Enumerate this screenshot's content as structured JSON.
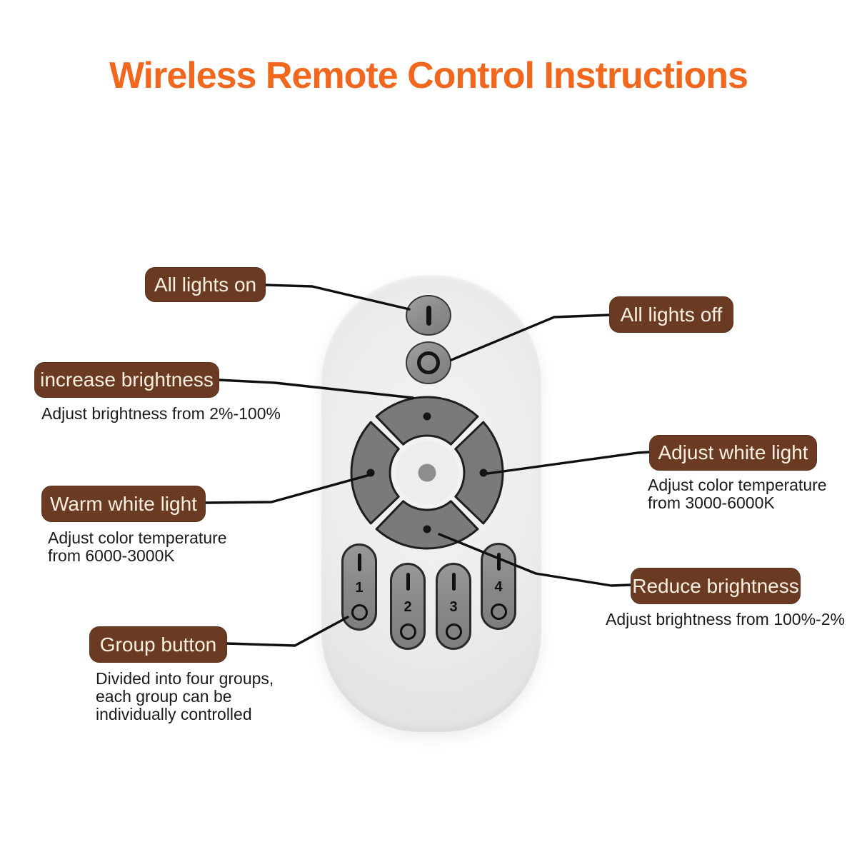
{
  "title": "Wireless Remote Control Instructions",
  "colors": {
    "accent_orange": "#F2671E",
    "label_brown": "#6B3A23",
    "label_text": "#F7EFE0",
    "line_black": "#0F0F0F",
    "remote_body_gray": "#ECECEC",
    "button_gray": "#8A8A8A"
  },
  "callouts": [
    {
      "id": "all-lights-on",
      "label": "All lights on",
      "sub": []
    },
    {
      "id": "all-lights-off",
      "label": "All lights off",
      "sub": []
    },
    {
      "id": "increase-brightness",
      "label": "increase brightness",
      "sub": [
        "Adjust brightness from 2%-100%"
      ]
    },
    {
      "id": "adjust-white-light",
      "label": "Adjust white light",
      "sub": [
        "Adjust color temperature",
        "from 3000-6000K"
      ]
    },
    {
      "id": "warm-white-light",
      "label": "Warm white light",
      "sub": [
        "Adjust color temperature",
        "from 6000-3000K"
      ]
    },
    {
      "id": "reduce-brightness",
      "label": "Reduce brightness",
      "sub": [
        "Adjust brightness from 100%-2%"
      ]
    },
    {
      "id": "group-button",
      "label": "Group button",
      "sub": [
        "Divided into four groups,",
        "each group can be",
        "individually controlled"
      ]
    }
  ],
  "remote": {
    "power_on_icon": "on-bar-icon",
    "power_off_icon": "off-ring-icon",
    "dpad_directions": [
      "up",
      "right",
      "down",
      "left"
    ],
    "group_buttons": [
      {
        "number": "1"
      },
      {
        "number": "2"
      },
      {
        "number": "3"
      },
      {
        "number": "4"
      }
    ]
  }
}
